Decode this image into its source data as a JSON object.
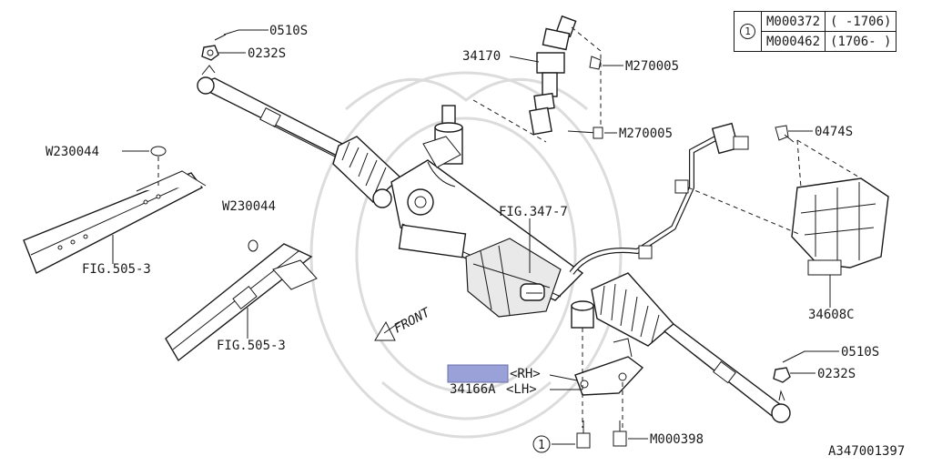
{
  "reference_table": {
    "ref_mark": "1",
    "rows": [
      {
        "part": "M000372",
        "period": "( -1706)"
      },
      {
        "part": "M000462",
        "period": "(1706- )"
      }
    ]
  },
  "labels": {
    "bolt_0510s_left": "0510S",
    "nut_0232s_left": "0232S",
    "shaft_34170": "34170",
    "bolt_m270005_top": "M270005",
    "bolt_m270005_mid": "M270005",
    "bolt_0474s": "0474S",
    "plug_w230044_left": "W230044",
    "plug_w230044_mid": "W230044",
    "fig_505_3_left": "FIG.505-3",
    "fig_505_3_mid": "FIG.505-3",
    "fig_347_7": "FIG.347-7",
    "bracket_34608c": "34608C",
    "front_arrow": "FRONT",
    "clamp_rh": "<RH>",
    "clamp_lh_part": "34166A",
    "clamp_lh": "<LH>",
    "bolt_0510s_right": "0510S",
    "nut_0232s_right": "0232S",
    "ref_callout_bottom": "1",
    "bolt_m000398": "M000398",
    "diagram_code": "A347001397"
  }
}
